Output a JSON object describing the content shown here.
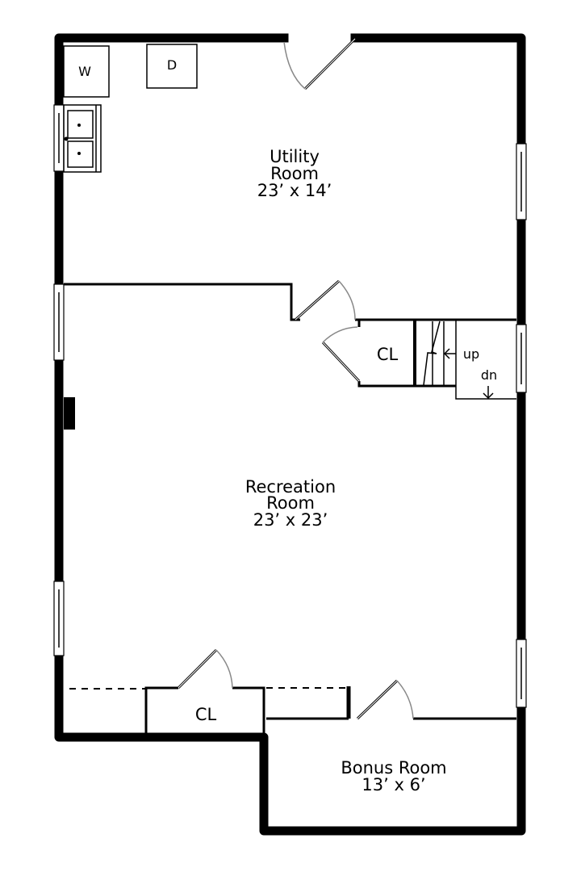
{
  "rooms": {
    "utility": {
      "name_line1": "Utility",
      "name_line2": "Room",
      "size": "23’ x 14’"
    },
    "recreation": {
      "name_line1": "Recreation",
      "name_line2": "Room",
      "size": "23’ x 23’"
    },
    "bonus": {
      "name": "Bonus Room",
      "size": "13’ x 6’"
    }
  },
  "closets": {
    "upper": "CL",
    "lower": "CL"
  },
  "appliances": {
    "washer": "W",
    "dryer": "D"
  },
  "stairs": {
    "up": "up",
    "down": "dn"
  },
  "colors": {
    "wall": "#000000",
    "door_swing": "#888888",
    "background": "#ffffff"
  }
}
